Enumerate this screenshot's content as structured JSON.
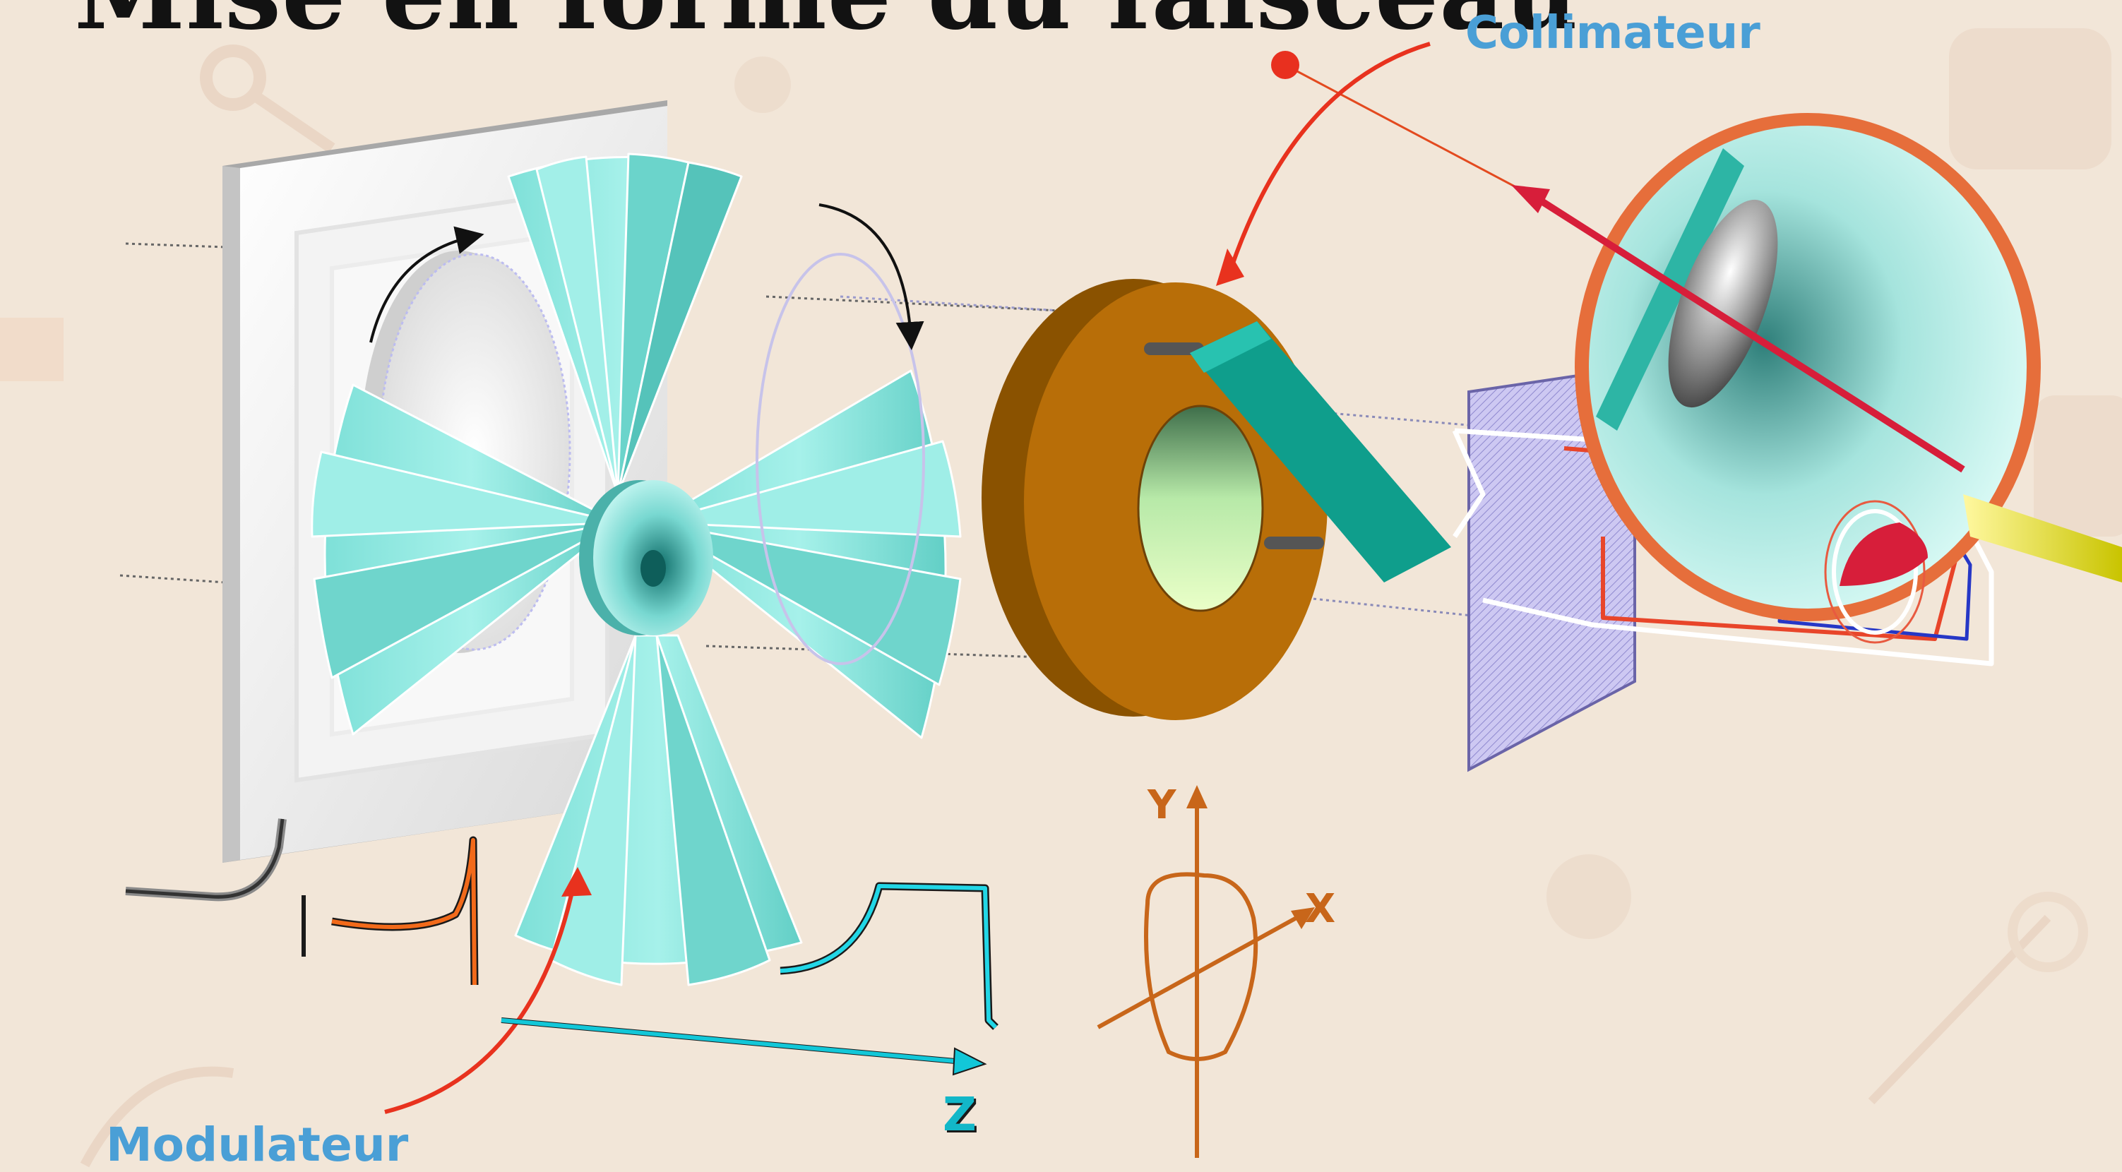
{
  "slide": {
    "title": "Mise en forme du faisceau"
  },
  "labels": {
    "collimator": "Collimateur",
    "modulator": "Modulateur"
  },
  "axes": {
    "y": "Y",
    "x": "X",
    "z": "Z"
  },
  "colors": {
    "background": "#f2e6d8",
    "label_blue": "#4a9fd6",
    "arrow_red": "#e0341f",
    "modulator_cyan": "#8fe8e0",
    "collimator_brown": "#b86e08",
    "wedge_teal": "#0f9e8c",
    "axis_orange": "#c8661a",
    "z_axis_cyan": "#12b7c8",
    "beam_red": "#d71e3a",
    "filter_lavender": "#c9c4f0"
  }
}
